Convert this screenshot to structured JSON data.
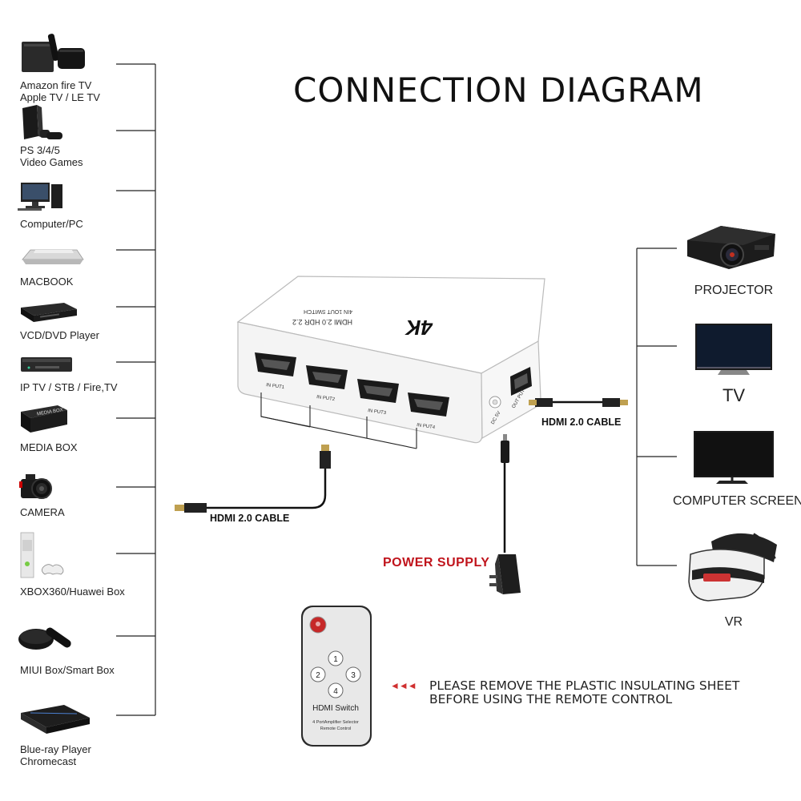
{
  "title": "CONNECTION DIAGRAM",
  "sources": [
    {
      "line1": "Amazon fire TV",
      "line2": "Apple TV / LE TV",
      "icon": "streaming-box-icon"
    },
    {
      "line1": "PS 3/4/5",
      "line2": "Video Games",
      "icon": "game-console-icon"
    },
    {
      "line1": "Computer/PC",
      "line2": "",
      "icon": "desktop-computer-icon"
    },
    {
      "line1": "MACBOOK",
      "line2": "",
      "icon": "laptop-icon"
    },
    {
      "line1": "VCD/DVD Player",
      "line2": "",
      "icon": "dvd-player-icon"
    },
    {
      "line1": "IP TV / STB / Fire,TV",
      "line2": "",
      "icon": "set-top-box-icon"
    },
    {
      "line1": "MEDIA BOX",
      "line2": "",
      "icon": "media-box-icon"
    },
    {
      "line1": "CAMERA",
      "line2": "",
      "icon": "camera-icon"
    },
    {
      "line1": "XBOX360/Huawei Box",
      "line2": "",
      "icon": "xbox-icon"
    },
    {
      "line1": "MIUI Box/Smart Box",
      "line2": "",
      "icon": "smart-box-icon"
    },
    {
      "line1": "Blue-ray Player",
      "line2": "Chromecast",
      "icon": "bluray-player-icon"
    }
  ],
  "outputs": [
    {
      "label": "PROJECTOR",
      "icon": "projector-icon"
    },
    {
      "label": "TV",
      "icon": "tv-icon"
    },
    {
      "label": "COMPUTER SCREEN",
      "icon": "monitor-icon"
    },
    {
      "label": "VR",
      "icon": "vr-headset-icon"
    }
  ],
  "switch": {
    "brand": "4K",
    "subtitle1": "HDMI 2.0 HDR 2.2",
    "subtitle2": "4IN 1OUT SWITCH",
    "ports": [
      "IN PUT1",
      "IN PUT2",
      "IN PUT3",
      "IN PUT4"
    ],
    "output_port": "OUT PUT",
    "dc_label": "DC 5V"
  },
  "cables": {
    "input_cable": "HDMI 2.0 CABLE",
    "output_cable": "HDMI 2.0 CABLE"
  },
  "power_supply": "POWER SUPPLY",
  "remote": {
    "buttons": [
      "1",
      "2",
      "3",
      "4"
    ],
    "label": "HDMI Switch",
    "caption1": "4 PortAmplifier Selector",
    "caption2": "Remote Control"
  },
  "note": {
    "arrow": "◄◄◄",
    "line1": "PLEASE REMOVE THE PLASTIC INSULATING SHEET",
    "line2": "BEFORE USING THE REMOTE CONTROL"
  },
  "colors": {
    "power_label": "#c0141c",
    "line": "#222222",
    "device_dark": "#1c1c1c",
    "remote_red_button": "#c62828"
  }
}
